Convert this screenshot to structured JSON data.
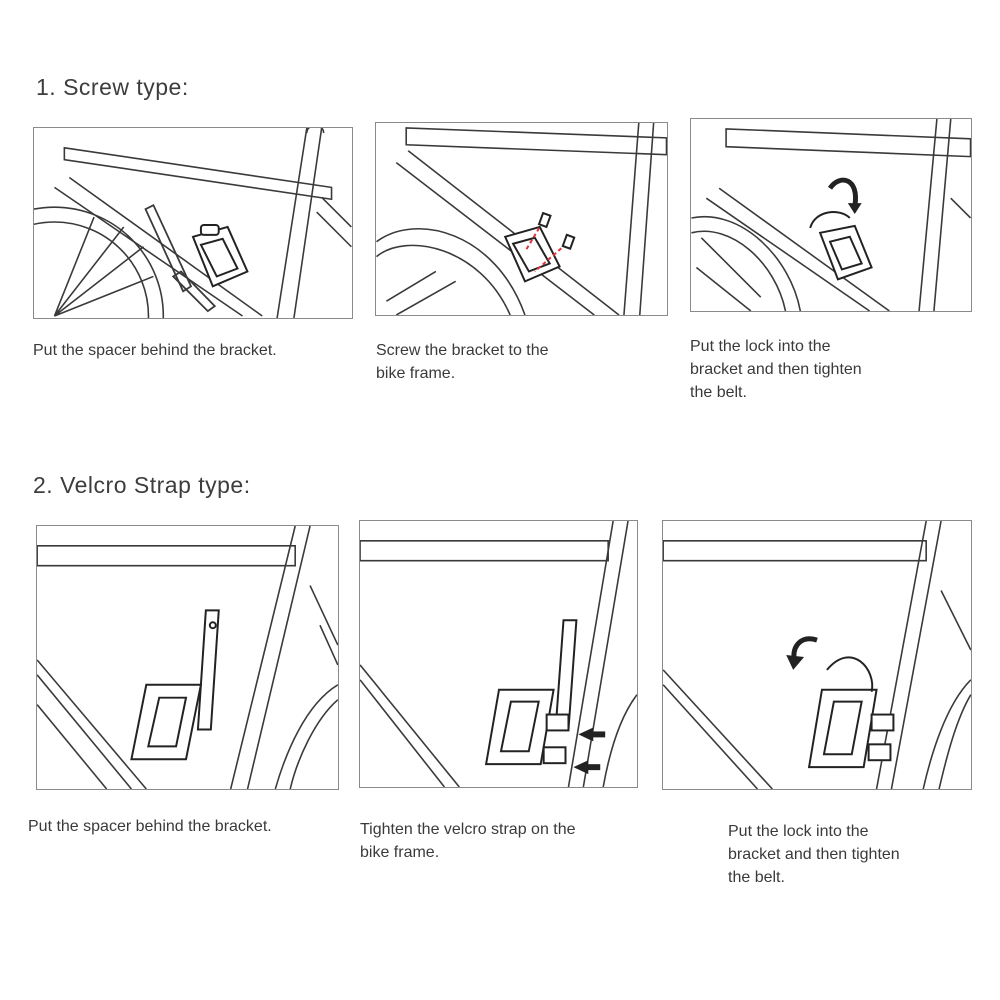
{
  "sections": [
    {
      "title": "1. Screw type:",
      "steps": [
        {
          "caption": [
            "Put the spacer behind the bracket."
          ]
        },
        {
          "caption": [
            "Screw the bracket to the",
            "bike frame."
          ]
        },
        {
          "caption": [
            "Put the lock into the",
            "bracket and then tighten",
            "the belt."
          ]
        }
      ]
    },
    {
      "title": "2. Velcro Strap type:",
      "steps": [
        {
          "caption": [
            "Put the spacer behind the bracket."
          ]
        },
        {
          "caption": [
            "Tighten the velcro strap on the",
            "bike frame."
          ]
        },
        {
          "caption": [
            "Put the lock into the",
            "bracket and then tighten",
            "the belt."
          ]
        }
      ]
    }
  ],
  "colors": {
    "line": "#3a3a3a",
    "screw_accent": "#e0303a",
    "frame": "#8a8a8a"
  },
  "icons": [
    "curved-arrow-icon",
    "screw-icon",
    "push-arrow-icon"
  ]
}
